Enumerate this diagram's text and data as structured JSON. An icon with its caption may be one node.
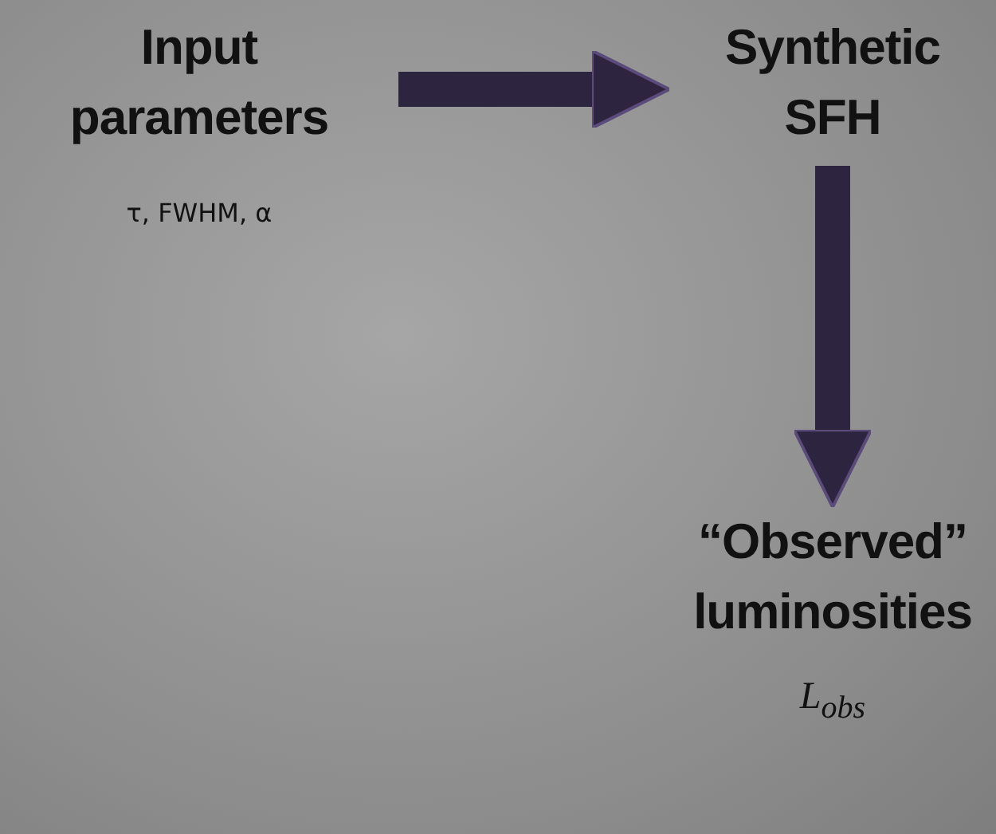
{
  "diagram": {
    "nodes": [
      {
        "text": [
          "Input parameters"
        ],
        "beside": [
          "τ, FWHM, α"
        ]
      },
      {
        "text": [
          "Synthetic SFH"
        ]
      },
      {
        "text": [
          "“Observed” luminosities"
        ],
        "beside": [
          "L$_{obs}$"
        ]
      }
    ],
    "edges": [
      {
        "from": 0,
        "to": 1,
        "arrow": "to"
      },
      {
        "from": 1,
        "to": 2,
        "arrow": "to"
      }
    ]
  }
}
